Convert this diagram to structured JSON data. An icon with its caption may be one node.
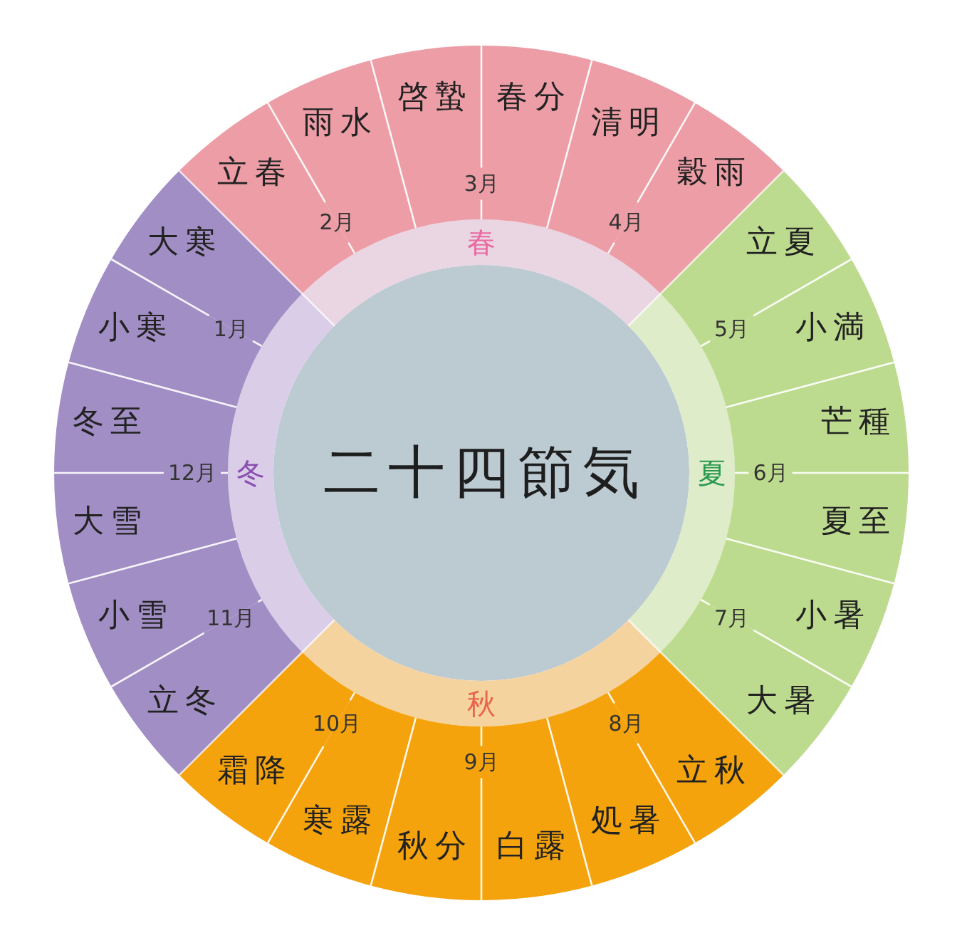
{
  "diagram": {
    "nodes": [
      {
        "text": [
          "二十四節気"
        ]
      },
      {
        "text": [
          "春"
        ]
      },
      {
        "text": [
          "夏"
        ]
      },
      {
        "text": [
          "秋"
        ]
      },
      {
        "text": [
          "冬"
        ]
      },
      {
        "text": [
          "立春"
        ]
      },
      {
        "text": [
          "雨水"
        ]
      },
      {
        "text": [
          "啓蟄"
        ]
      },
      {
        "text": [
          "春分"
        ]
      },
      {
        "text": [
          "清明"
        ]
      },
      {
        "text": [
          "穀雨"
        ]
      },
      {
        "text": [
          "立夏"
        ]
      },
      {
        "text": [
          "小満"
        ]
      },
      {
        "text": [
          "芒種"
        ]
      },
      {
        "text": [
          "夏至"
        ]
      },
      {
        "text": [
          "小暑"
        ]
      },
      {
        "text": [
          "大暑"
        ]
      },
      {
        "text": [
          "立秋"
        ]
      },
      {
        "text": [
          "処暑"
        ]
      },
      {
        "text": [
          "白露"
        ]
      },
      {
        "text": [
          "秋分"
        ]
      },
      {
        "text": [
          "寒露"
        ]
      },
      {
        "text": [
          "霜降"
        ]
      },
      {
        "text": [
          "立冬"
        ]
      },
      {
        "text": [
          "小雪"
        ]
      },
      {
        "text": [
          "大雪"
        ]
      },
      {
        "text": [
          "冬至"
        ]
      },
      {
        "text": [
          "小寒"
        ]
      },
      {
        "text": [
          "大寒"
        ]
      }
    ],
    "labels": [
      "1月",
      "2月",
      "3月",
      "4月",
      "5月",
      "6月",
      "7月",
      "8月",
      "9月",
      "10月",
      "11月",
      "12月"
    ]
  }
}
